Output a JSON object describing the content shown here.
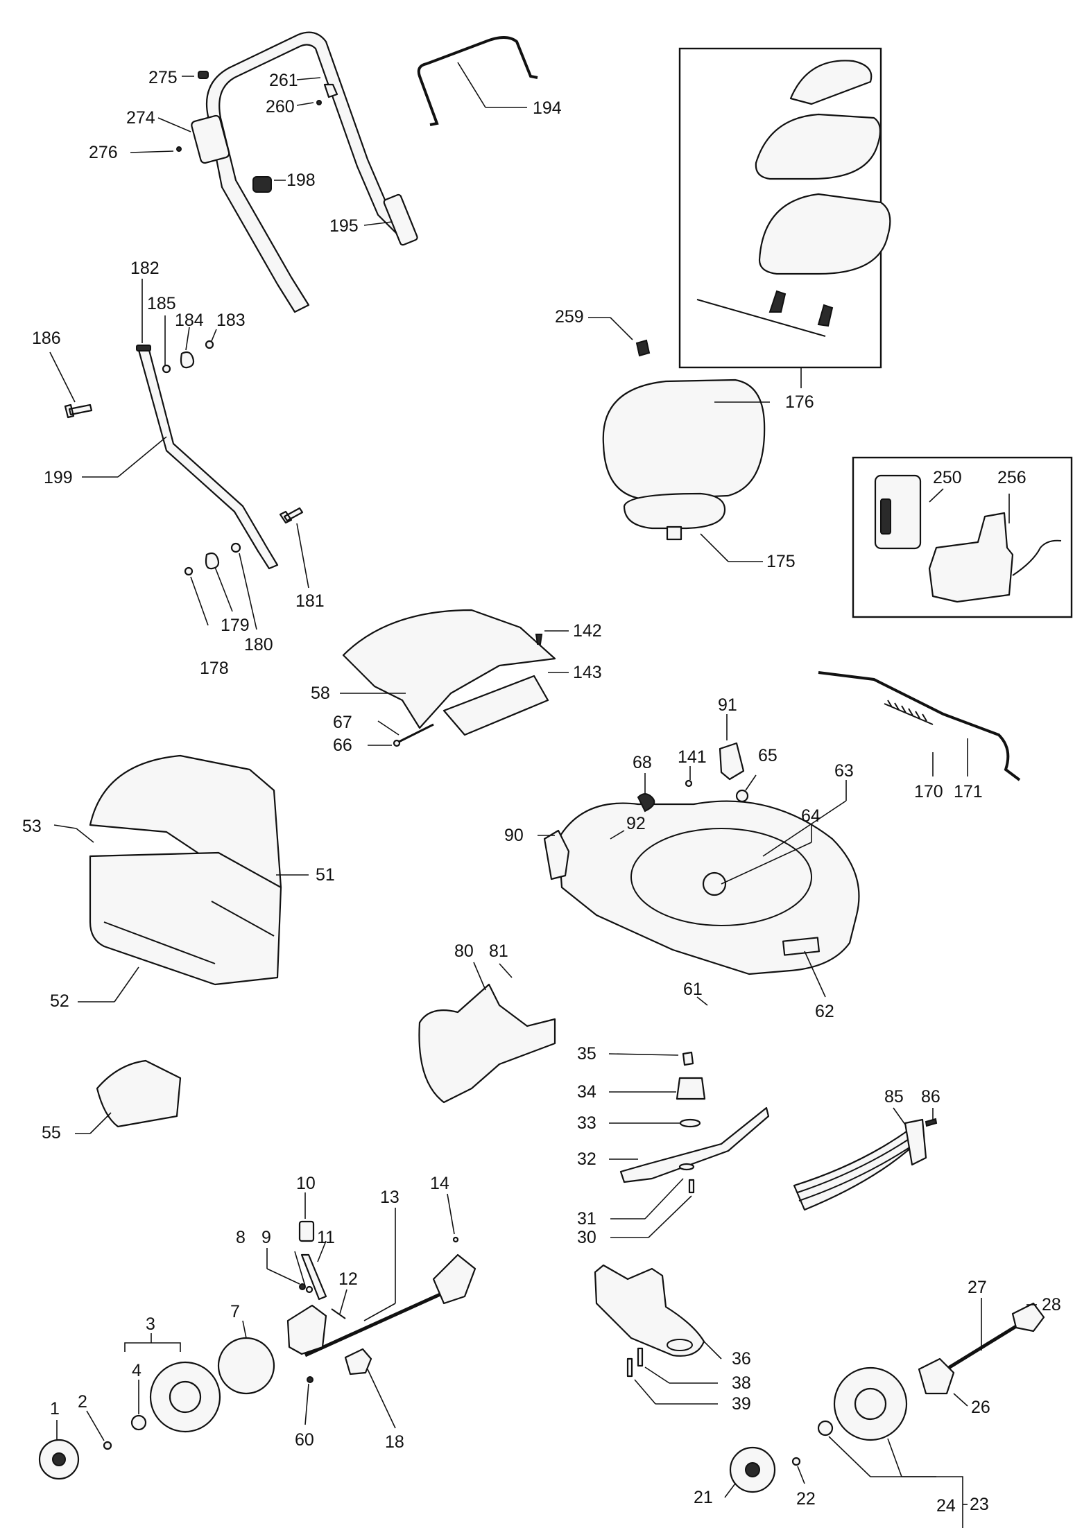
{
  "diagram": {
    "callouts": {
      "c275": "275",
      "c261": "261",
      "c260": "260",
      "c274": "274",
      "c276": "276",
      "c198": "198",
      "c195": "195",
      "c194": "194",
      "c182": "182",
      "c185": "185",
      "c184": "184",
      "c183": "183",
      "c186": "186",
      "c199": "199",
      "c181": "181",
      "c179": "179",
      "c180": "180",
      "c178": "178",
      "c259": "259",
      "c176": "176",
      "c175": "175",
      "c250": "250",
      "c256": "256",
      "c142": "142",
      "c143": "143",
      "c58": "58",
      "c67": "67",
      "c66": "66",
      "c53": "53",
      "c51": "51",
      "c52": "52",
      "c55": "55",
      "c91": "91",
      "c141": "141",
      "c65": "65",
      "c68": "68",
      "c63": "63",
      "c64": "64",
      "c90": "90",
      "c92": "92",
      "c62": "62",
      "c61": "61",
      "c170": "170",
      "c171": "171",
      "c80": "80",
      "c81": "81",
      "c35": "35",
      "c34": "34",
      "c33": "33",
      "c32": "32",
      "c31": "31",
      "c30": "30",
      "c85": "85",
      "c86": "86",
      "c14": "14",
      "c13": "13",
      "c10": "10",
      "c9": "9",
      "c11": "11",
      "c8": "8",
      "c12": "12",
      "c3": "3",
      "c4": "4",
      "c7": "7",
      "c1": "1",
      "c2": "2",
      "c60": "60",
      "c18": "18",
      "c36": "36",
      "c38": "38",
      "c39": "39",
      "c27": "27",
      "c28": "28",
      "c26": "26",
      "c23": "23",
      "c24": "24",
      "c21": "21",
      "c22": "22"
    }
  }
}
